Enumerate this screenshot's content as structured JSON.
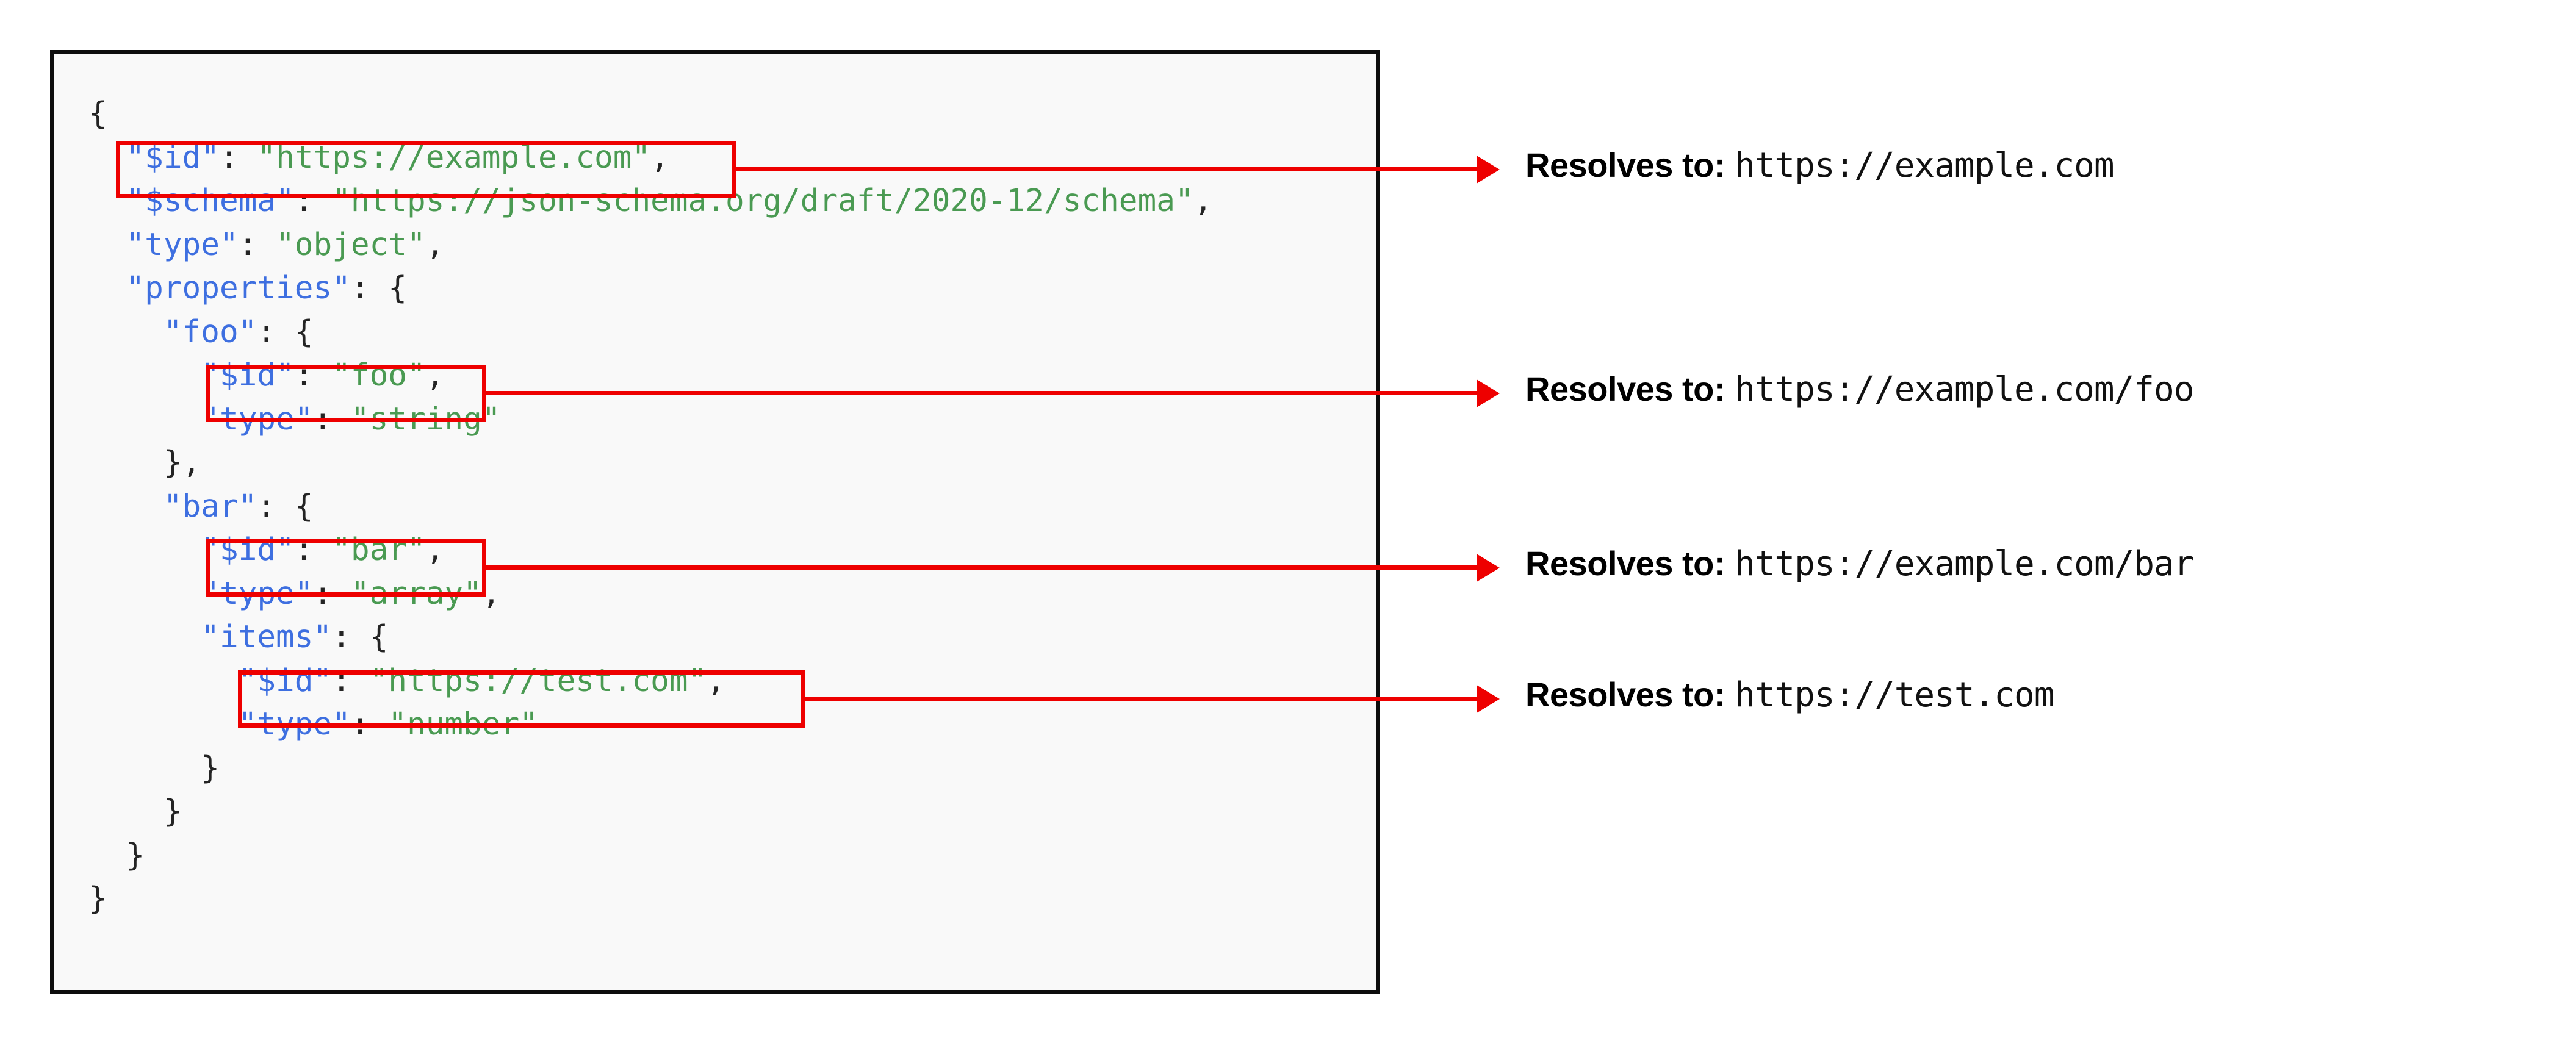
{
  "code_panel": {
    "language": "json",
    "background_color": "#f9f9f9",
    "border_color": "#0d0d0d",
    "key_color": "#3e6fe0",
    "string_color": "#4a9a52",
    "lines": [
      {
        "indent": 0,
        "text": "{"
      },
      {
        "indent": 1,
        "key": "\"$id\"",
        "value": "\"https://example.com\"",
        "comma": ","
      },
      {
        "indent": 1,
        "key": "\"$schema\"",
        "value": "\"https://json-schema.org/draft/2020-12/schema\"",
        "comma": ","
      },
      {
        "indent": 1,
        "key": "\"type\"",
        "value": "\"object\"",
        "comma": ","
      },
      {
        "indent": 1,
        "key": "\"properties\"",
        "value": "{",
        "comma": ""
      },
      {
        "indent": 2,
        "key": "\"foo\"",
        "value": "{",
        "comma": ""
      },
      {
        "indent": 3,
        "key": "\"$id\"",
        "value": "\"foo\"",
        "comma": ","
      },
      {
        "indent": 3,
        "key": "\"type\"",
        "value": "\"string\"",
        "comma": ""
      },
      {
        "indent": 2,
        "text": "},"
      },
      {
        "indent": 2,
        "key": "\"bar\"",
        "value": "{",
        "comma": ""
      },
      {
        "indent": 3,
        "key": "\"$id\"",
        "value": "\"bar\"",
        "comma": ","
      },
      {
        "indent": 3,
        "key": "\"type\"",
        "value": "\"array\"",
        "comma": ","
      },
      {
        "indent": 3,
        "key": "\"items\"",
        "value": "{",
        "comma": ""
      },
      {
        "indent": 4,
        "key": "\"$id\"",
        "value": "\"https://test.com\"",
        "comma": ","
      },
      {
        "indent": 4,
        "key": "\"type\"",
        "value": "\"number\"",
        "comma": ""
      },
      {
        "indent": 3,
        "text": "}"
      },
      {
        "indent": 2,
        "text": "}"
      },
      {
        "indent": 1,
        "text": "}"
      },
      {
        "indent": 0,
        "text": "}"
      }
    ]
  },
  "highlights": {
    "box_color": "#ee0000",
    "boxes": [
      {
        "id": "root-id",
        "code_text": "\"$id\": \"https://example.com\","
      },
      {
        "id": "foo-id",
        "code_text": "\"$id\": \"foo\","
      },
      {
        "id": "bar-id",
        "code_text": "\"$id\": \"bar\","
      },
      {
        "id": "items-id",
        "code_text": "\"$id\": \"https://test.com\","
      }
    ]
  },
  "annotations": [
    {
      "label": "Resolves to:",
      "url": "https://example.com"
    },
    {
      "label": "Resolves to:",
      "url": "https://example.com/foo"
    },
    {
      "label": "Resolves to:",
      "url": "https://example.com/bar"
    },
    {
      "label": "Resolves to:",
      "url": "https://test.com"
    }
  ]
}
